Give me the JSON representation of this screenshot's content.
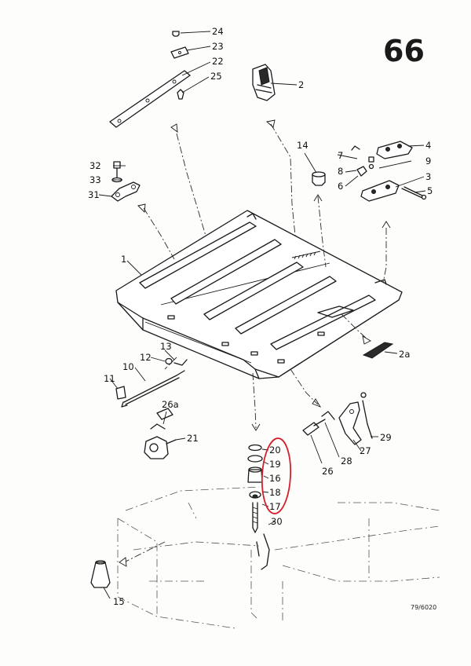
{
  "page_number": "66",
  "drawing_reference": "79/6020",
  "highlight_color": "#d4202a",
  "callouts": {
    "c1": "1",
    "c2": "2",
    "c2a": "2a",
    "c3": "3",
    "c4": "4",
    "c5": "5",
    "c6": "6",
    "c7": "7",
    "c8": "8",
    "c9": "9",
    "c10": "10",
    "c11": "11",
    "c12": "12",
    "c13": "13",
    "c14": "14",
    "c15": "15",
    "c16": "16",
    "c17": "17",
    "c18": "18",
    "c19": "19",
    "c20": "20",
    "c21": "21",
    "c22": "22",
    "c23": "23",
    "c24": "24",
    "c25": "25",
    "c26": "26",
    "c26a": "26a",
    "c27": "27",
    "c28": "28",
    "c29": "29",
    "c30": "30",
    "c31": "31",
    "c32": "32",
    "c33": "33"
  },
  "highlighted_callouts": [
    "20",
    "19",
    "16",
    "18",
    "17"
  ]
}
